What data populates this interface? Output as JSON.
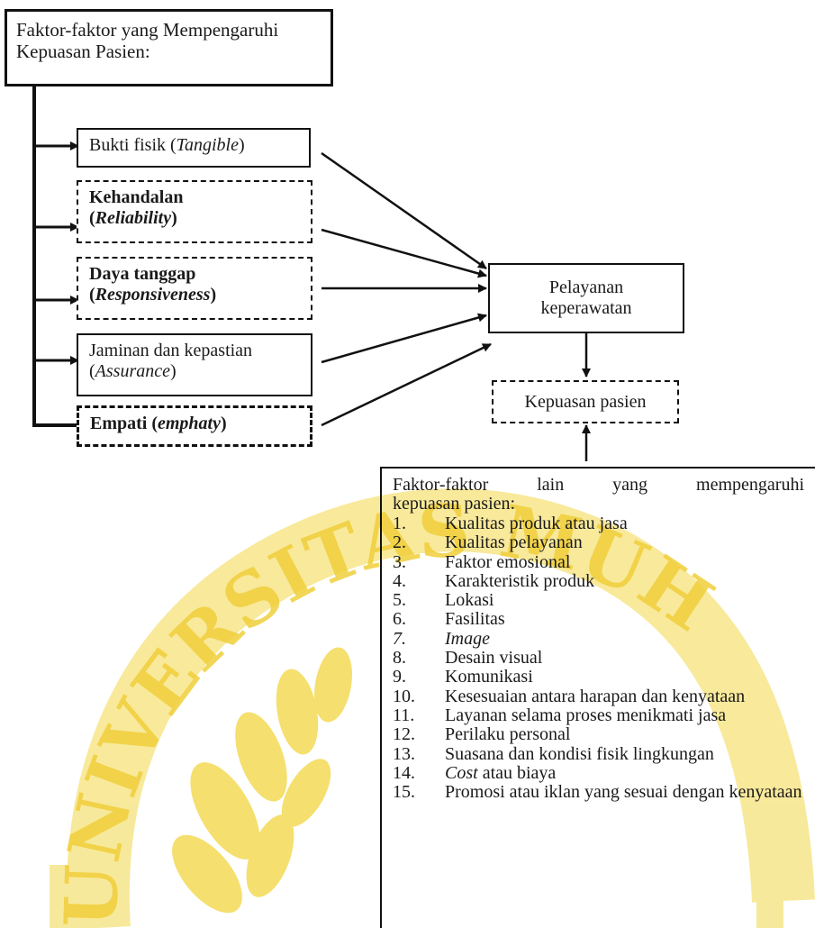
{
  "title_box": {
    "line1": "Faktor-faktor yang Mempengaruhi",
    "line2": "Kepuasan Pasien:"
  },
  "factors": {
    "tangible": {
      "text": "Bukti fisik (",
      "italic": "Tangible",
      "close": ")"
    },
    "reliability": {
      "line1": "Kehandalan",
      "open": "(",
      "italic": "Reliability",
      "close": ")"
    },
    "responsiveness": {
      "line1": "Daya tanggap",
      "open": "(",
      "italic": "Responsiveness",
      "close": ")"
    },
    "assurance": {
      "line1": "Jaminan dan kepastian",
      "open": "(",
      "italic": "Assurance",
      "close": ")"
    },
    "empathy": {
      "text": "Empati (",
      "italic": "emphaty",
      "close": ")"
    }
  },
  "service_box": {
    "line1": "Pelayanan",
    "line2": "keperawatan"
  },
  "satisfaction_box": {
    "text": "Kepuasan pasien"
  },
  "other_factors": {
    "heading_line1": "Faktor-faktor lain yang mempengaruhi",
    "heading_line2": "kepuasan pasien:",
    "items": [
      {
        "num": "1.",
        "text": "Kualitas produk atau jasa"
      },
      {
        "num": "2.",
        "text": "Kualitas pelayanan"
      },
      {
        "num": "3.",
        "text": "Faktor emosional"
      },
      {
        "num": "4.",
        "text": "Karakteristik produk"
      },
      {
        "num": "5.",
        "text": "Lokasi"
      },
      {
        "num": "6.",
        "text": "Fasilitas"
      },
      {
        "num": "7.",
        "text": "Image"
      },
      {
        "num": "8.",
        "text": "Desain visual"
      },
      {
        "num": "9.",
        "text": "Komunikasi"
      },
      {
        "num": "10.",
        "text": "Kesesuaian antara harapan dan kenyataan"
      },
      {
        "num": "11.",
        "text": "Layanan selama proses menikmati jasa"
      },
      {
        "num": "12.",
        "text": "Perilaku personal"
      },
      {
        "num": "13.",
        "text": "Suasana dan kondisi fisik lingkungan"
      },
      {
        "num": "14.",
        "text_italic": "Cost",
        "text": " atau biaya"
      },
      {
        "num": "15.",
        "text": "Promosi atau iklan yang sesuai dengan kenyataan"
      }
    ]
  },
  "watermark": {
    "text": "UNIVERSITAS MUHAMMADIYAH",
    "color": "#f3dc5a"
  },
  "colors": {
    "line": "#111111",
    "watermark": "#f3dc5a",
    "background": "#ffffff"
  }
}
